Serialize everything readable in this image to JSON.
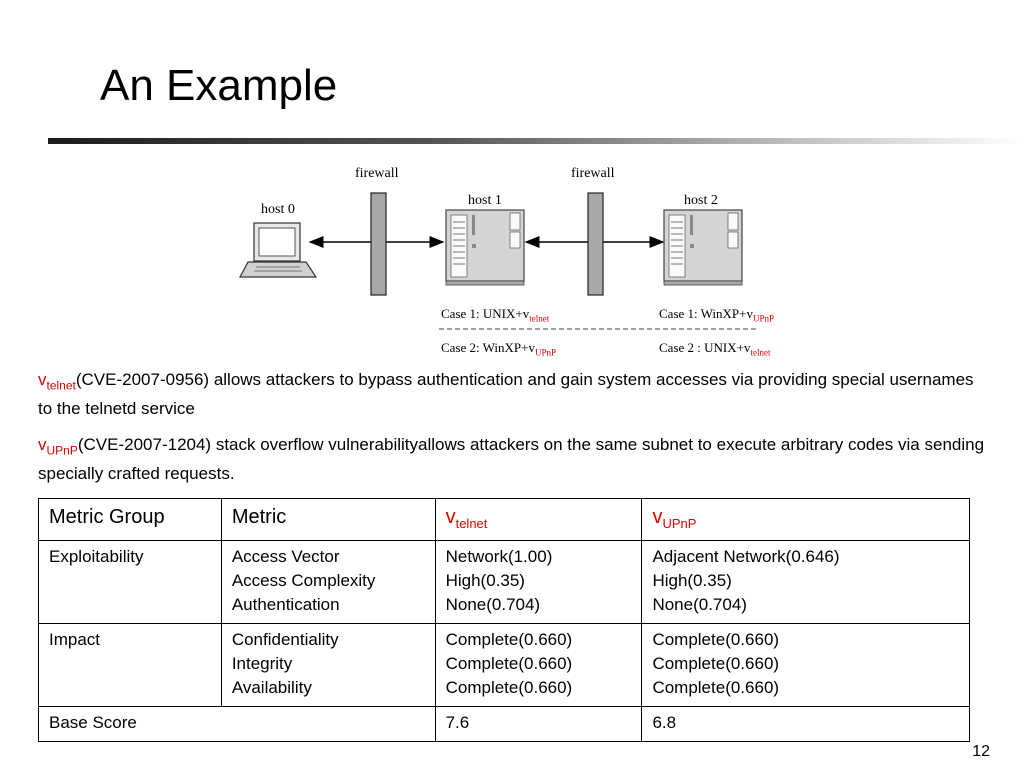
{
  "slide": {
    "title": "An Example",
    "page_number": "12"
  },
  "diagram": {
    "firewall_left_label": "firewall",
    "firewall_right_label": "firewall",
    "host0_label": "host 0",
    "host1_label": "host 1",
    "host2_label": "host 2",
    "case1_host1_prefix": "Case 1: UNIX+v",
    "case1_host1_sub": "telnet",
    "case1_host2_prefix": "Case 1: WinXP+v",
    "case1_host2_sub": "UPnP",
    "case2_host1_prefix": "Case 2: WinXP+v",
    "case2_host1_sub": "UPnP",
    "case2_host2_prefix": "Case 2 : UNIX+v",
    "case2_host2_sub": "telnet"
  },
  "descriptions": [
    {
      "symbol": "v",
      "sub": "telnet",
      "text": "(CVE-2007-0956) allows attackers to bypass authentication and gain system accesses via providing special usernames to the telnetd service"
    },
    {
      "symbol": "v",
      "sub": "UPnP",
      "text": "(CVE-2007-1204) stack overflow vulnerabilityallows attackers on the same subnet to execute arbitrary codes via sending specially crafted requests."
    }
  ],
  "table": {
    "headers": {
      "metric_group": "Metric Group",
      "metric": "Metric",
      "col3_symbol": "v",
      "col3_sub": "telnet",
      "col4_symbol": "v",
      "col4_sub": "UPnP"
    },
    "rows": [
      {
        "group": "Exploitability",
        "metrics": [
          "Access Vector",
          "Access Complexity",
          "Authentication"
        ],
        "telnet": [
          "Network(1.00)",
          "High(0.35)",
          "None(0.704)"
        ],
        "upnp": [
          "Adjacent Network(0.646)",
          "High(0.35)",
          "None(0.704)"
        ]
      },
      {
        "group": "Impact",
        "metrics": [
          "Confidentiality",
          "Integrity",
          "Availability"
        ],
        "telnet": [
          "Complete(0.660)",
          "Complete(0.660)",
          "Complete(0.660)"
        ],
        "upnp": [
          "Complete(0.660)",
          "Complete(0.660)",
          "Complete(0.660)"
        ]
      }
    ],
    "base_score": {
      "label": "Base Score",
      "telnet": "7.6",
      "upnp": "6.8"
    }
  },
  "colors": {
    "vuln_symbol": "#e00000",
    "firewall_fill": "#a8a8a8",
    "server_fill": "#d4d4d4"
  }
}
